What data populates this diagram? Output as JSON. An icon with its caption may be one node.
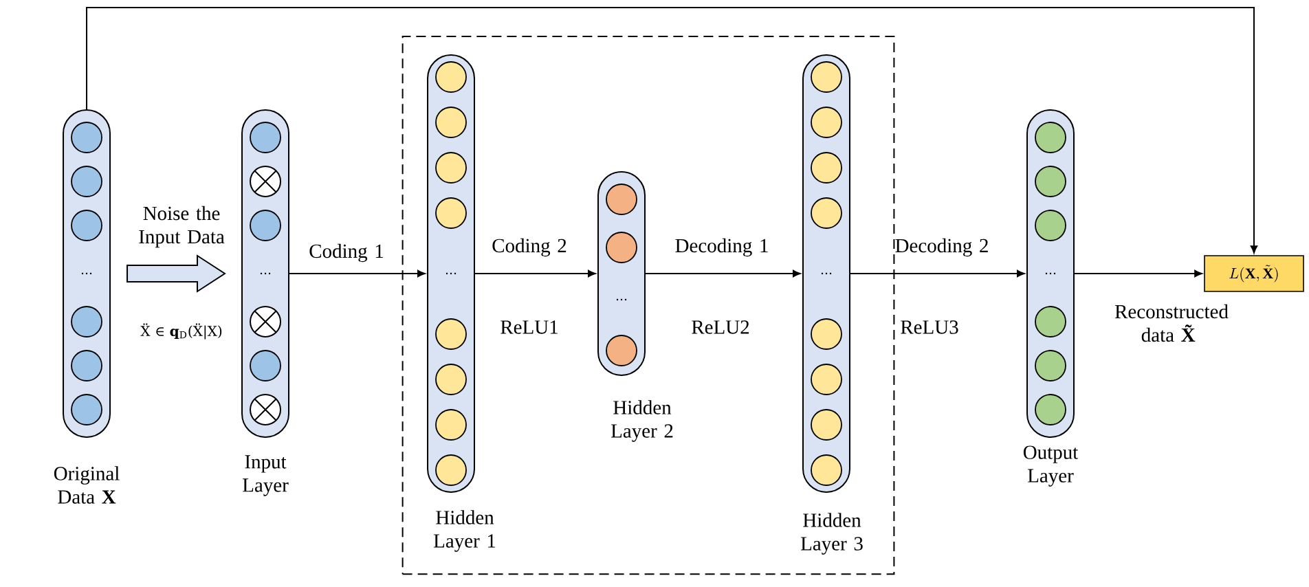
{
  "diagram": {
    "nodes": [
      {
        "text": [
          "Original Data **X**"
        ]
      },
      {
        "text": [
          "Input Layer"
        ]
      },
      {
        "text": [],
        "shape": "box"
      },
      {
        "text": [
          "Hidden Layer 1"
        ],
        "in": 2
      },
      {
        "text": [
          "Hidden Layer 2"
        ],
        "in": 2
      },
      {
        "text": [
          "Hidden Layer 3"
        ],
        "in": 2
      },
      {
        "text": [
          "Output Layer"
        ]
      },
      {
        "text": [
          "L(\\mathbf{X},\\tilde{\\mathbf{X}})"
        ]
      }
    ],
    "edges": [
      {
        "from": 0,
        "to": 1,
        "arrow": "to",
        "style": "thick",
        "label": "Noise the Input Data"
      },
      {
        "from": 1,
        "to": 3,
        "arrow": "to",
        "label": "Coding 1"
      },
      {
        "from": 3,
        "to": 4,
        "arrow": "to",
        "label": "Coding 2"
      },
      {
        "from": 4,
        "to": 5,
        "arrow": "to",
        "label": "Decoding 1"
      },
      {
        "from": 5,
        "to": 6,
        "arrow": "to",
        "label": "Decoding 2"
      },
      {
        "from": 6,
        "to": 7,
        "arrow": "to",
        "label": "Reconstructed data **X̃**"
      },
      {
        "from": 0,
        "to": 7,
        "arrow": "to"
      }
    ],
    "labels": [
      "Ẍ ∈ **q**$_{D}$(Ẍ|X)",
      "ReLU1",
      "ReLU2",
      "ReLU3"
    ]
  }
}
